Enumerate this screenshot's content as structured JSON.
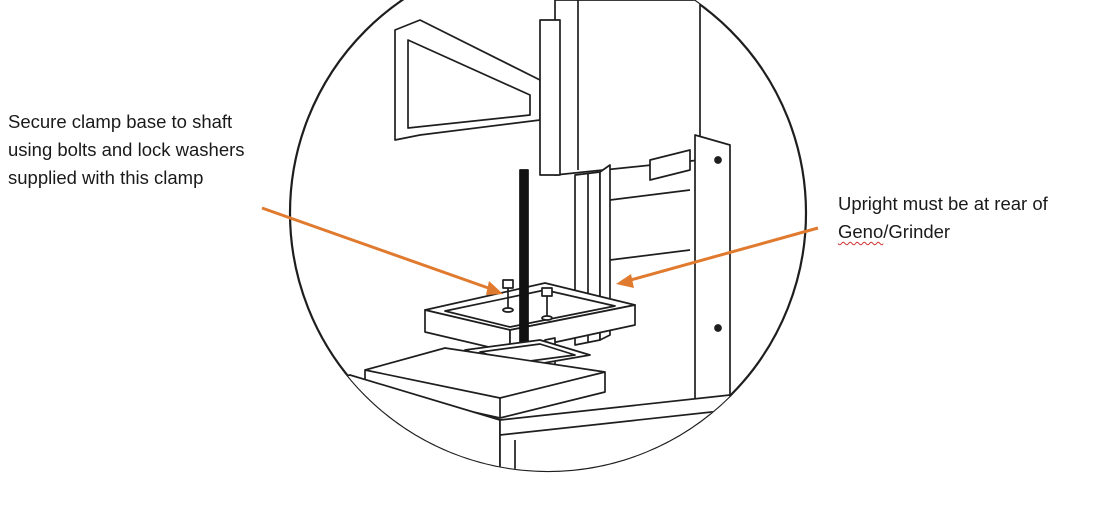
{
  "callouts": {
    "left": {
      "lines": [
        "Secure clamp base to shaft",
        "using bolts and lock washers",
        "supplied with this clamp"
      ]
    },
    "right": {
      "line1": "Upright must be at rear of",
      "line2_word": "Geno",
      "line2_rest": "/Grinder"
    }
  },
  "colors": {
    "arrow": "#e07a2e",
    "outline": "#1e1e1e",
    "shaft": "#111111"
  }
}
